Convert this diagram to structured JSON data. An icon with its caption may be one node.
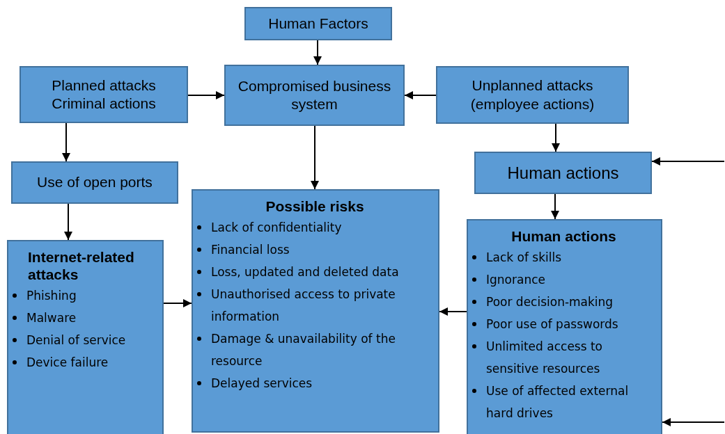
{
  "diagram": {
    "nodes": [
      {
        "text": [
          "Human Factors"
        ]
      },
      {
        "text": [
          "Planned attacks Criminal actions"
        ]
      },
      {
        "text": [
          "Compromised business system"
        ]
      },
      {
        "text": [
          "Unplanned attacks (employee actions)"
        ]
      },
      {
        "text": [
          "Use of open ports"
        ]
      },
      {
        "text": [
          "Human actions"
        ]
      },
      {
        "text": [
          "Internet-related attacks",
          "Phishing",
          "Malware",
          "Denial of service",
          "Device failure"
        ]
      },
      {
        "text": [
          "Possible risks",
          "Lack of confidentiality",
          "Financial loss",
          "Loss, updated and deleted data",
          "Unauthorised access to private information",
          "Damage & unavailability of the resource",
          "Delayed services"
        ]
      },
      {
        "text": [
          "Human actions",
          "Lack of skills",
          "Ignorance",
          "Poor decision-making",
          "Poor use of passwords",
          "Unlimited access to sensitive resources",
          "Use of affected external hard drives"
        ]
      }
    ],
    "edges": [
      {
        "from": 0,
        "to": 2,
        "arrow": "to"
      },
      {
        "from": 1,
        "to": 2,
        "arrow": "to"
      },
      {
        "from": 3,
        "to": 2,
        "arrow": "to"
      },
      {
        "from": 1,
        "to": 4,
        "arrow": "to"
      },
      {
        "from": 2,
        "to": 7,
        "arrow": "to"
      },
      {
        "from": 3,
        "to": 5,
        "arrow": "to"
      },
      {
        "from": 4,
        "to": 6,
        "arrow": "to"
      },
      {
        "from": 5,
        "to": 8,
        "arrow": "to"
      },
      {
        "from": 6,
        "to": 7,
        "arrow": "to"
      },
      {
        "from": 8,
        "to": 7,
        "arrow": "to"
      },
      {
        "from": null,
        "to": 5,
        "arrow": "to"
      },
      {
        "from": null,
        "to": 8,
        "arrow": "to"
      }
    ]
  }
}
